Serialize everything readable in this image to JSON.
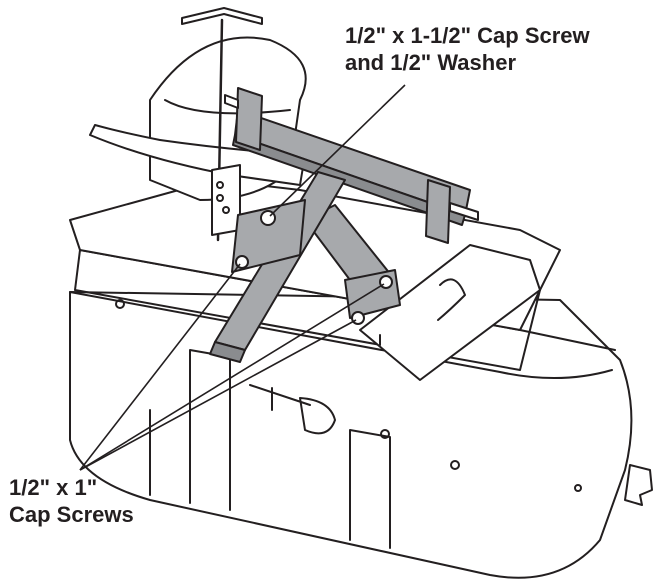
{
  "callouts": {
    "washer": {
      "line1": "1/2\" x 1-1/2\" Cap Screw",
      "line2": "and 1/2\" Washer"
    },
    "cap_screws": {
      "line1": "1/2\" x 1\"",
      "line2": "Cap Screws"
    }
  },
  "colors": {
    "ink": "#231f20",
    "part_fill": "#a7a9ac",
    "part_dark": "#8a8c8f",
    "housing_fill": "#ffffff"
  }
}
